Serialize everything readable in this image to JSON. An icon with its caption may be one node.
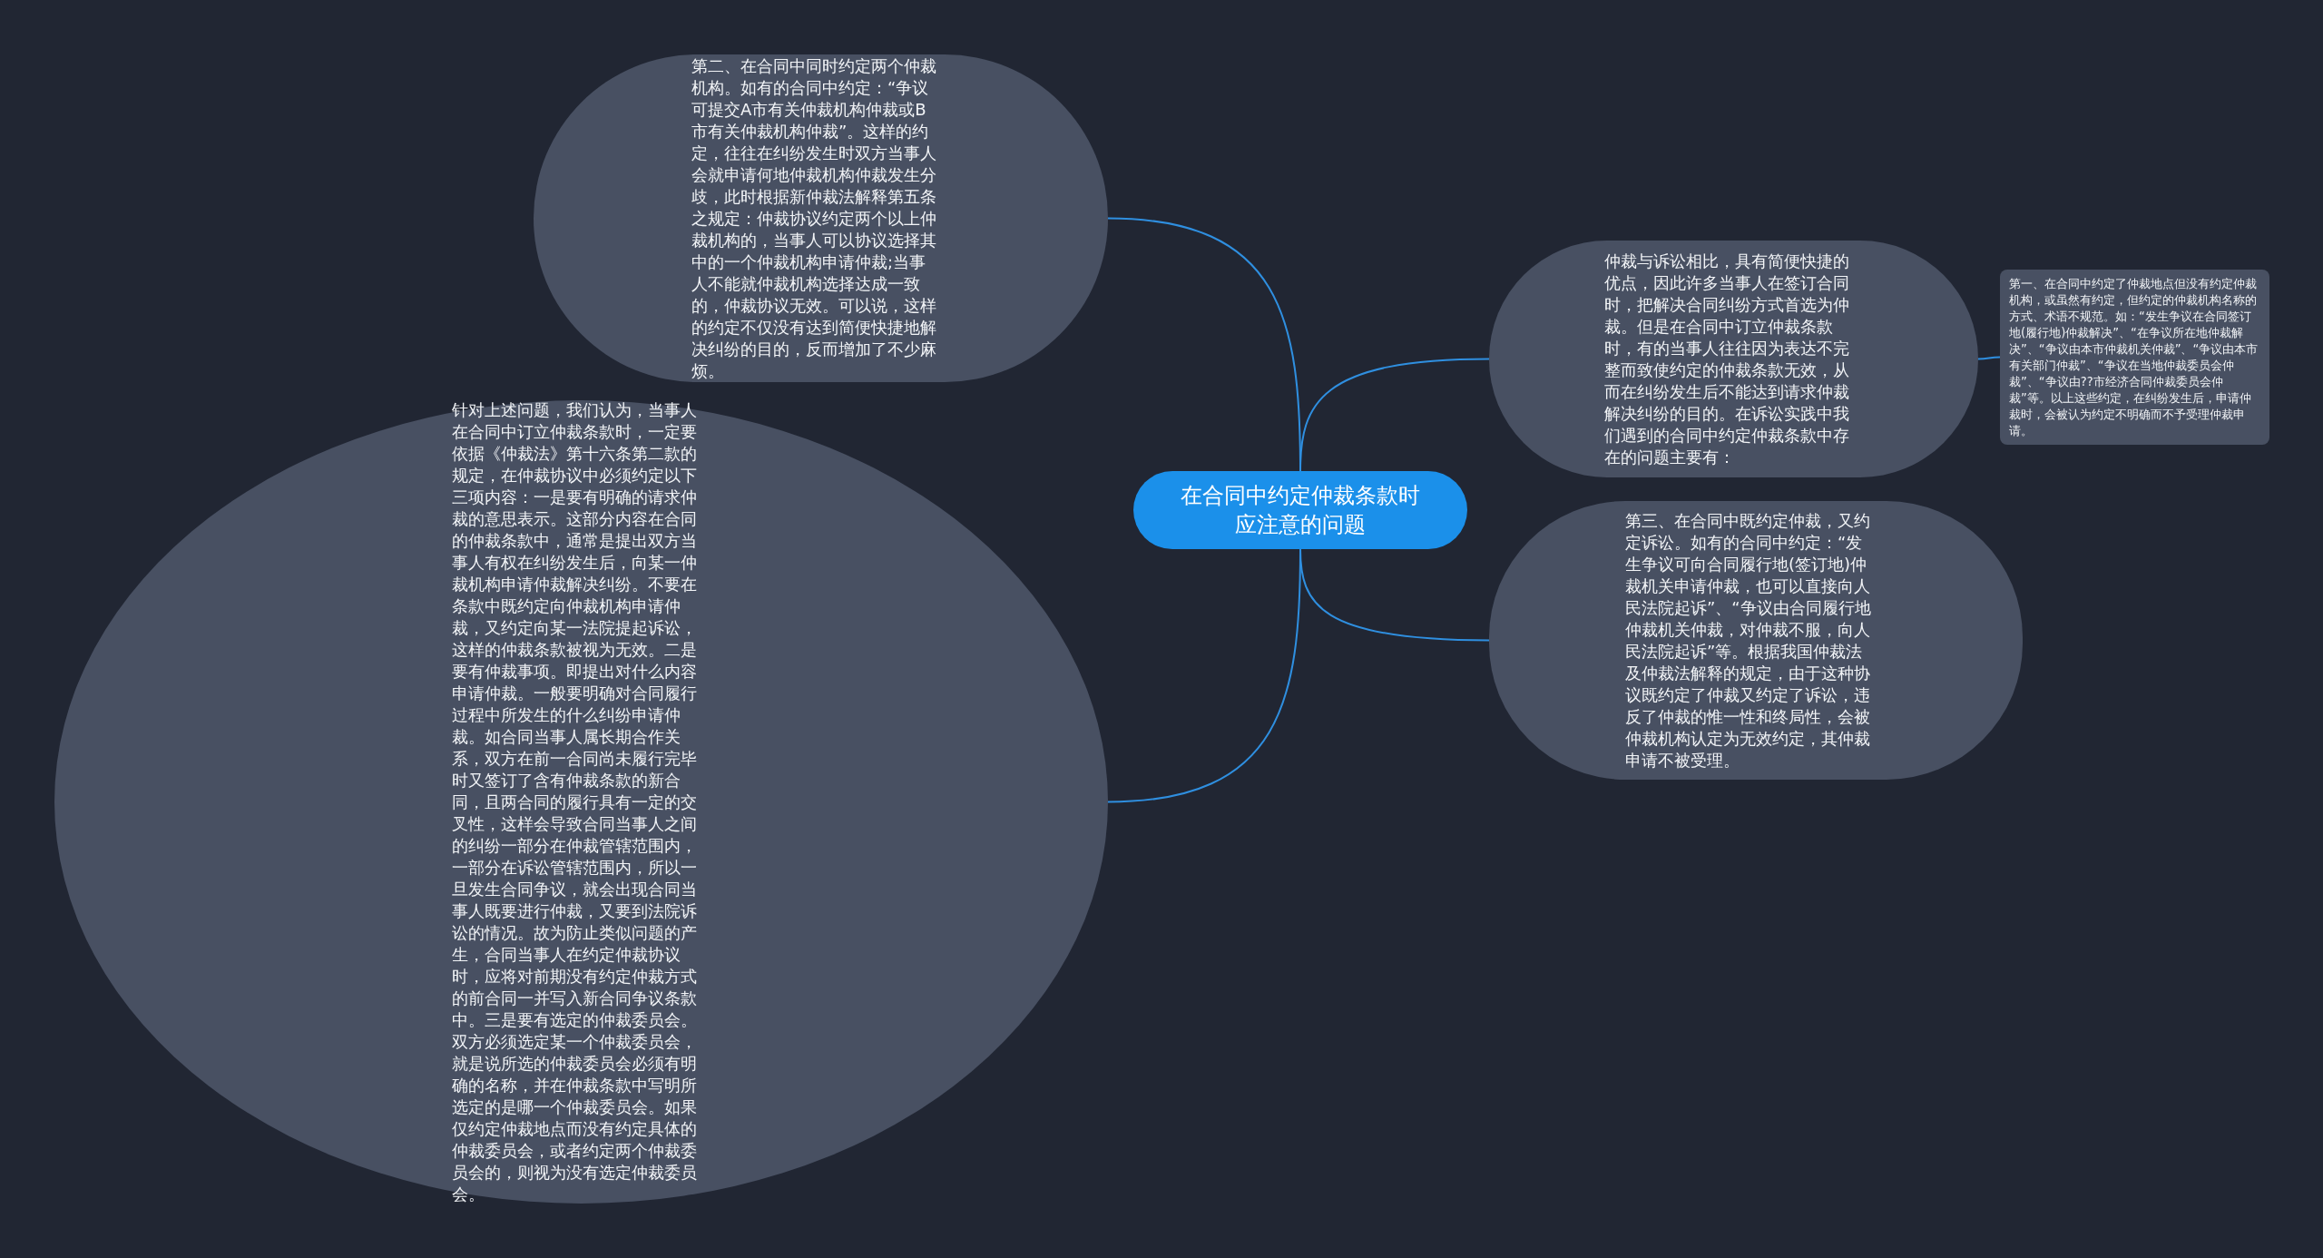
{
  "diagram": {
    "nodes": [
      {
        "text": [
          "在合同中约定仲裁条款时应注意的问题"
        ]
      },
      {
        "text": [
          "第二、在合同中同时约定两个仲裁机构。如有的合同中约定：“争议可提交A市有关仲裁机构仲裁或B市有关仲裁机构仲裁”。这样的约定，往往在纠纷发生时双方当事人会就申请何地仲裁机构仲裁发生分歧，此时根据新仲裁法解释第五条之规定：仲裁协议约定两个以上仲裁机构的，当事人可以协议选择其中的一个仲裁机构申请仲裁;当事人不能就仲裁机构选择达成一致的，仲裁协议无效。可以说，这样的约定不仅没有达到简便快捷地解决纠纷的目的，反而增加了不少麻烦。"
        ]
      },
      {
        "text": [
          "针对上述问题，我们认为，当事人在合同中订立仲裁条款时，一定要依据《仲裁法》第十六条第二款的规定，在仲裁协议中必须约定以下三项内容：一是要有明确的请求仲裁的意思表示。这部分内容在合同的仲裁条款中，通常是提出双方当事人有权在纠纷发生后，向某一仲裁机构申请仲裁解决纠纷。不要在条款中既约定向仲裁机构申请仲裁，又约定向某一法院提起诉讼，这样的仲裁条款被视为无效。二是要有仲裁事项。即提出对什么内容申请仲裁。一般要明确对合同履行过程中所发生的什么纠纷申请仲裁。如合同当事人属长期合作关系，双方在前一合同尚未履行完毕时又签订了含有仲裁条款的新合同，且两合同的履行具有一定的交叉性，这样会导致合同当事人之间的纠纷一部分在仲裁管辖范围内，一部分在诉讼管辖范围内，所以一旦发生合同争议，就会出现合同当事人既要进行仲裁，又要到法院诉讼的情况。故为防止类似问题的产生，合同当事人在约定仲裁协议时，应将对前期没有约定仲裁方式的前合同一并写入新合同争议条款中。三是要有选定的仲裁委员会。双方必须选定某一个仲裁委员会，就是说所选的仲裁委员会必须有明确的名称，并在仲裁条款中写明所选定的是哪一个仲裁委员会。如果仅约定仲裁地点而没有约定具体的仲裁委员会，或者约定两个仲裁委员会的，则视为没有选定仲裁委员会。"
        ]
      },
      {
        "text": [
          "仲裁与诉讼相比，具有简便快捷的优点，因此许多当事人在签订合同时，把解决合同纠纷方式首选为仲裁。但是在合同中订立仲裁条款时，有的当事人往往因为表达不完整而致使约定的仲裁条款无效，从而在纠纷发生后不能达到请求仲裁解决纠纷的目的。在诉讼实践中我们遇到的合同中约定仲裁条款中存在的问题主要有："
        ]
      },
      {
        "text": [
          "第一、在合同中约定了仲裁地点但没有约定仲裁机构，或虽然有约定，但约定的仲裁机构名称的方式、术语不规范。如：“发生争议在合同签订地(履行地)仲裁解决”、“在争议所在地仲裁解决”、“争议由本市仲裁机关仲裁”、“争议由本市有关部门仲裁”、“争议在当地仲裁委员会仲裁”、“争议由??市经济合同仲裁委员会仲裁”等。以上这些约定，在纠纷发生后，申请仲裁时，会被认为约定不明确而不予受理仲裁申请。"
        ]
      },
      {
        "text": [
          "第三、在合同中既约定仲裁，又约定诉讼。如有的合同中约定：“发生争议可向合同履行地(签订地)仲裁机关申请仲裁，也可以直接向人民法院起诉”、“争议由合同履行地仲裁机关仲裁，对仲裁不服，向人民法院起诉”等。根据我国仲裁法及仲裁法解释的规定，由于这种协议既约定了仲裁又约定了诉讼，违反了仲裁的惟一性和终局性，会被仲裁机构认定为无效约定，其仲裁申请不被受理。"
        ]
      }
    ],
    "edges": [
      {
        "from": 0,
        "to": 1,
        "arrow": "none"
      },
      {
        "from": 0,
        "to": 2,
        "arrow": "none"
      },
      {
        "from": 0,
        "to": 3,
        "arrow": "none"
      },
      {
        "from": 0,
        "to": 5,
        "arrow": "none"
      },
      {
        "from": 3,
        "to": 4,
        "arrow": "none"
      }
    ]
  }
}
